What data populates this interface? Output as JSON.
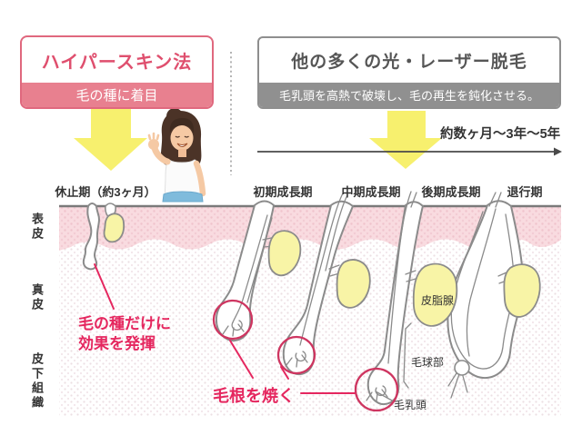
{
  "header": {
    "hyper_skin": {
      "title": "ハイパースキン法",
      "subtitle": "毛の種に着目"
    },
    "laser": {
      "title": "他の多くの光・レーザー脱毛",
      "subtitle": "毛乳頭を高熱で破壊し、毛の再生を鈍化させる。"
    },
    "duration_label": "約数ヶ月～3年～5年"
  },
  "stages": [
    {
      "id": "resting",
      "label": "休止期（約3ヶ月）"
    },
    {
      "id": "early_growth",
      "label": "初期成長期"
    },
    {
      "id": "middle_growth",
      "label": "中期成長期"
    },
    {
      "id": "late_growth",
      "label": "後期成長期"
    },
    {
      "id": "regression",
      "label": "退行期"
    }
  ],
  "skin_layers": [
    {
      "id": "epidermis",
      "label": "表皮"
    },
    {
      "id": "dermis",
      "label": "真皮"
    },
    {
      "id": "subcutaneous",
      "label": "皮下組織"
    }
  ],
  "annotations": {
    "seed_effect": {
      "line1": "毛の種だけに",
      "line2": "効果を発揮"
    },
    "burn_root": "毛根を焼く",
    "sebaceous_gland": "皮脂腺",
    "hair_bulb": "毛球部",
    "dermal_papilla": "毛乳頭"
  },
  "colors": {
    "accent_pink": "#df4f6e",
    "band_pink": "#e8808f",
    "band_gray": "#909090",
    "arrow_yellow": "#f7f06e",
    "annotation_pink": "#e5275f",
    "target_circle_pink": "#ce3560",
    "gland_yellow": "#f8f4a6",
    "epidermis_pink": "#f9dbe0",
    "outline_gray": "#8b8b8b",
    "skirt_blue": "#7fbbdc"
  }
}
